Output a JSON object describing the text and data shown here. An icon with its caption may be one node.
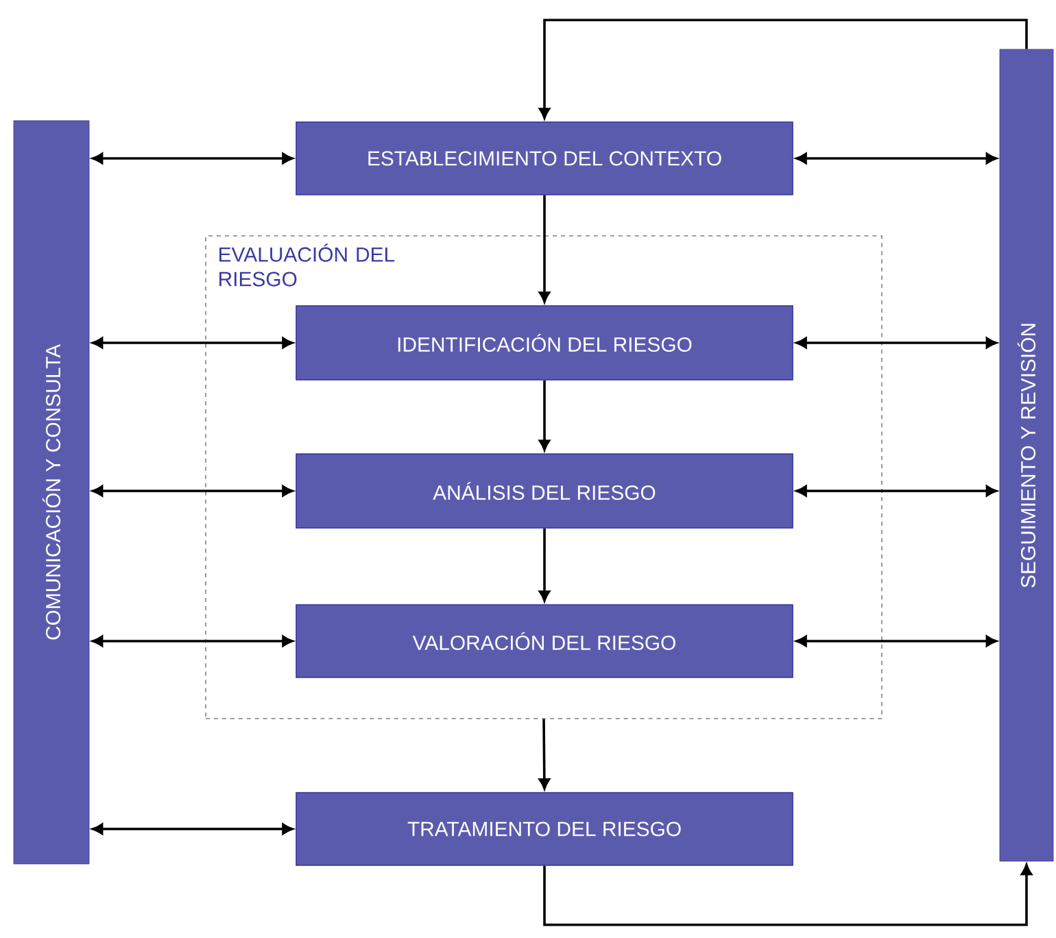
{
  "diagram": {
    "nodes": [
      {
        "text": [
          "COMUNICACIÓN Y CONSULTA"
        ]
      },
      {
        "text": [
          "SEGUIMIENTO Y REVISIÓN"
        ]
      },
      {
        "text": [
          "EVALUACIÓN DEL RIESGO"
        ]
      },
      {
        "text": [
          "ESTABLECIMIENTO DEL CONTEXTO"
        ]
      },
      {
        "text": [
          "IDENTIFICACIÓN DEL RIESGO"
        ],
        "in": 2
      },
      {
        "text": [
          "ANÁLISIS DEL RIESGO"
        ],
        "in": 2
      },
      {
        "text": [
          "VALORACIÓN DEL RIESGO"
        ],
        "in": 2
      },
      {
        "text": [
          "TRATAMIENTO DEL RIESGO"
        ]
      }
    ],
    "edges": [
      {
        "from": 1,
        "to": 3,
        "arrow": "to"
      },
      {
        "from": 0,
        "to": 3,
        "arrow": "both"
      },
      {
        "from": 3,
        "to": 1,
        "arrow": "both"
      },
      {
        "from": 3,
        "to": 4,
        "arrow": "to"
      },
      {
        "from": 0,
        "to": 4,
        "arrow": "both"
      },
      {
        "from": 4,
        "to": 1,
        "arrow": "both"
      },
      {
        "from": 4,
        "to": 5,
        "arrow": "to"
      },
      {
        "from": 0,
        "to": 5,
        "arrow": "both"
      },
      {
        "from": 5,
        "to": 1,
        "arrow": "both"
      },
      {
        "from": 5,
        "to": 6,
        "arrow": "to"
      },
      {
        "from": 0,
        "to": 6,
        "arrow": "both"
      },
      {
        "from": 6,
        "to": 1,
        "arrow": "both"
      },
      {
        "from": 2,
        "to": 7,
        "arrow": "to"
      },
      {
        "from": 0,
        "to": 7,
        "arrow": "both"
      },
      {
        "from": 7,
        "to": 1,
        "arrow": "to"
      }
    ]
  }
}
